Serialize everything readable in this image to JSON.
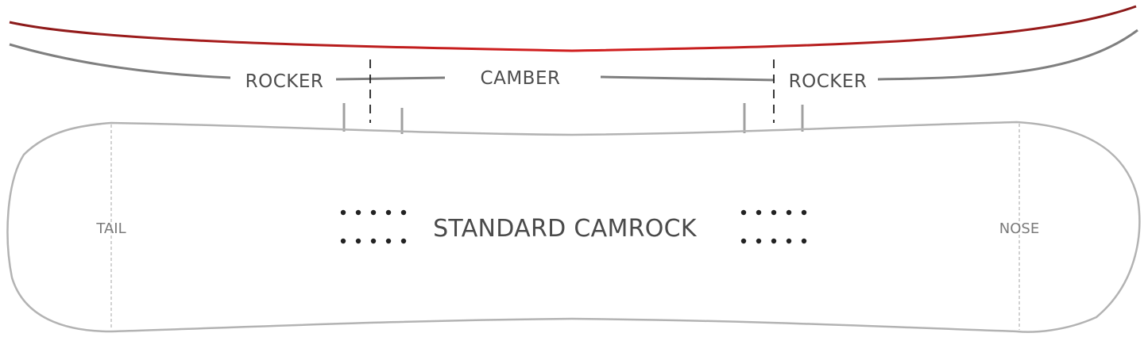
{
  "diagram": {
    "profile_labels": {
      "rocker_left": "ROCKER",
      "camber": "CAMBER",
      "rocker_right": "ROCKER"
    },
    "board": {
      "tail_label": "TAIL",
      "nose_label": "NOSE",
      "profile_name": "STANDARD CAMROCK"
    },
    "colors": {
      "camber_curve": "#b31d1d",
      "outline": "#b3b3b3",
      "profile_line": "#7f7f7f",
      "text": "#4d4d4d"
    }
  }
}
